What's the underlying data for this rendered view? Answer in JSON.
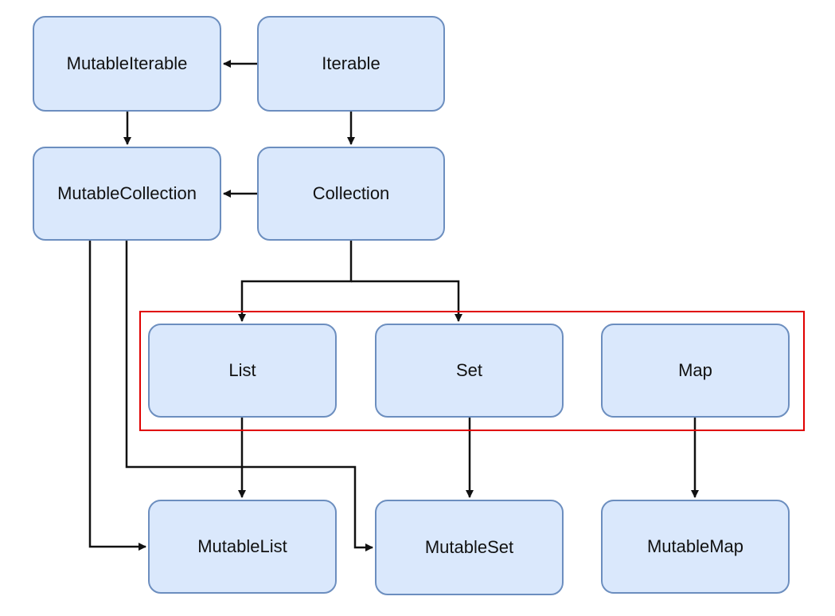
{
  "nodes": {
    "mutable_iterable": "MutableIterable",
    "iterable": "Iterable",
    "mutable_collection": "MutableCollection",
    "collection": "Collection",
    "list": "List",
    "set": "Set",
    "map": "Map",
    "mutable_list": "MutableList",
    "mutable_set": "MutableSet",
    "mutable_map": "MutableMap"
  },
  "colors": {
    "node_fill": "#dae8fc",
    "node_border": "#6c8ebf",
    "arrow": "#111111",
    "highlight_box": "#e00000",
    "underline": "#d40000"
  }
}
